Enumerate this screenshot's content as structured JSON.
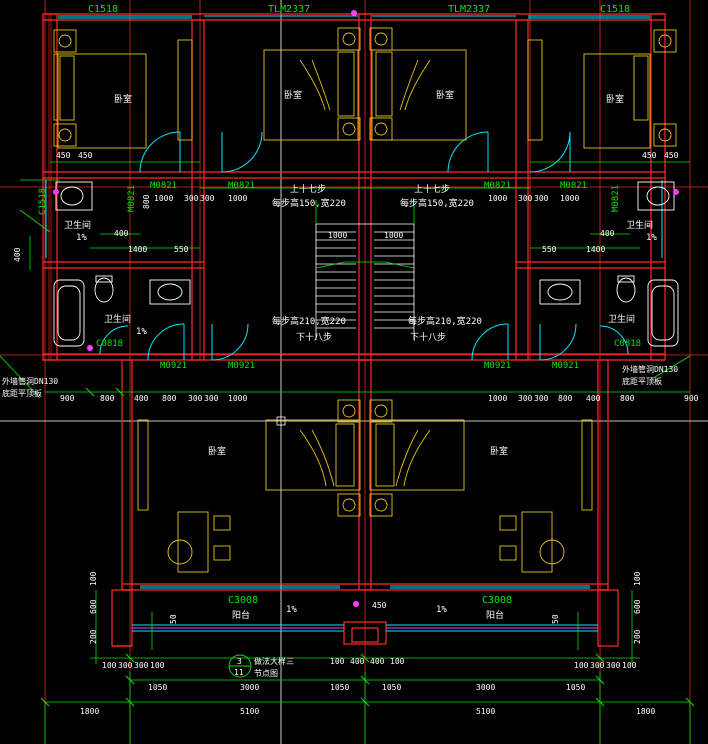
{
  "colors": {
    "background": "#000000",
    "wall": "#ff2a2a",
    "dimension": "#00e600",
    "furniture": "#e8c21a",
    "window": "#00e8ff",
    "text": "#ffffff",
    "pink": "#ff3cff",
    "crosshair": "#ffffff"
  },
  "labels": {
    "win_c1518_left": "C1518",
    "win_c1518_right": "C1518",
    "win_tlm_left": "TLM2337",
    "win_tlm_right": "TLM2337",
    "room_bedroom": "卧室",
    "room_bathroom": "卫生间",
    "door_m0821": "M0821",
    "door_m0921": "M0921",
    "win_c0818": "C0818",
    "stair_up": "上十七步",
    "stair_up_detail": "每步高150,宽220",
    "stair_down": "下十八步",
    "stair_down_detail": "每步高210,宽220",
    "balcony": "阳台",
    "win_c3008": "C3008",
    "slope": "1%",
    "ac_note_left": "外墙管洞DN130",
    "ac_note_left_2": "底距平顶板",
    "ac_note_right": "外墙管洞DN130",
    "ac_note_right_2": "底距平顶板",
    "section_ref": "11",
    "section_ref_sub": "3",
    "drawing_note": "做法大样三",
    "drawing_note_2": "节点图"
  },
  "dims": {
    "d450": "450",
    "d1000": "1000",
    "d300": "300",
    "d1400": "1400",
    "d550": "550",
    "d400": "400",
    "d800": "800",
    "d900": "900",
    "d1050": "1050",
    "d3000": "3000",
    "d1800": "1800",
    "d5100": "5100",
    "d100": "100",
    "d200": "200",
    "d600": "600",
    "d50": "50"
  }
}
